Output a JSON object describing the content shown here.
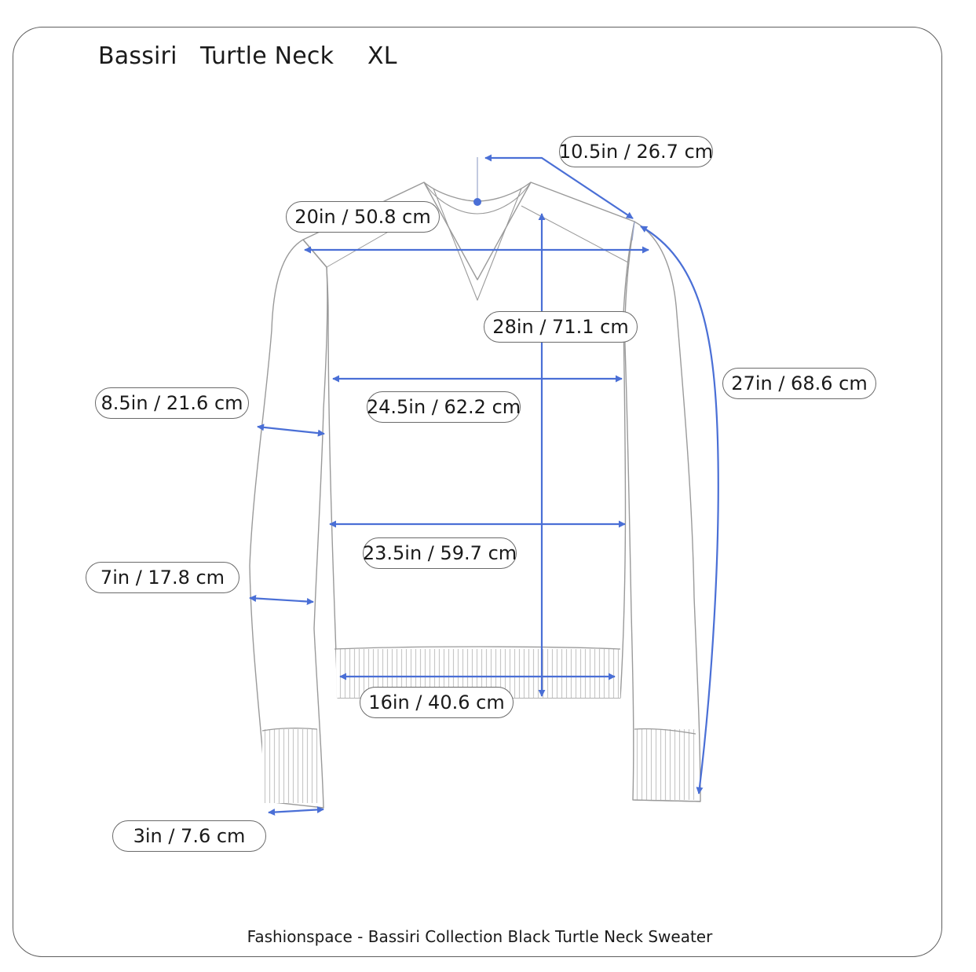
{
  "header": {
    "brand": "Bassiri",
    "style": "Turtle Neck",
    "size": "XL"
  },
  "measurements": {
    "shoulder_slope": "10.5in / 26.7 cm",
    "shoulder_width": "20in / 50.8 cm",
    "body_length": "28in / 71.1 cm",
    "sleeve_length": "27in / 68.6 cm",
    "chest_width": "24.5in / 62.2 cm",
    "upper_arm": "8.5in / 21.6 cm",
    "waist_width": "23.5in / 59.7 cm",
    "forearm": "7in / 17.8 cm",
    "hem_width": "16in / 40.6 cm",
    "cuff_width": "3in / 7.6 cm"
  },
  "caption": "Fashionspace - Bassiri Collection Black Turtle Neck Sweater",
  "colors": {
    "measure_line": "#4a6fd6",
    "garment_outline": "#9a9a9a",
    "rib_stripe": "#c8c8c8"
  }
}
